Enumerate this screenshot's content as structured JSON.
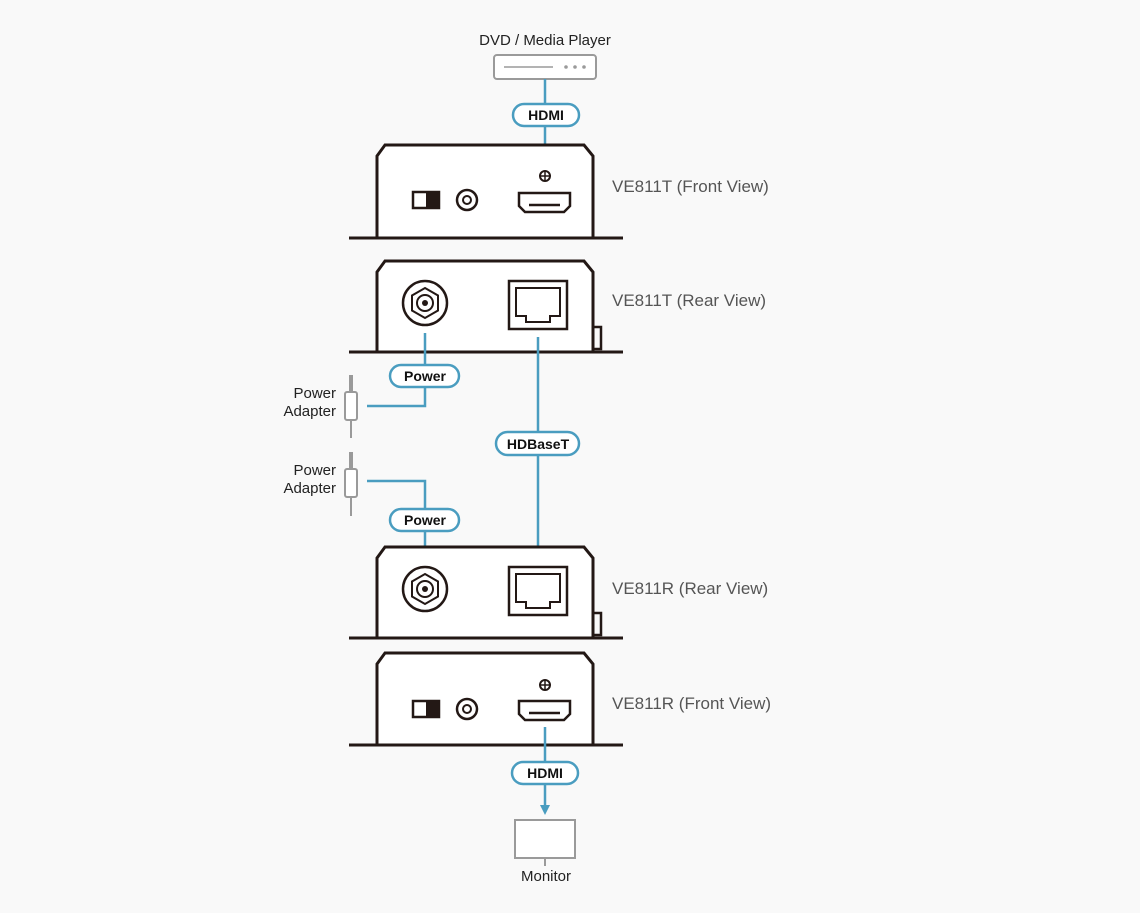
{
  "colors": {
    "background": "#f9f9f9",
    "device_outline": "#231815",
    "cable_blue": "#4a9dc0",
    "gray_device": "#9a9a9a"
  },
  "devices": {
    "source": {
      "label": "DVD / Media Player"
    },
    "tx_front": {
      "label": "VE811T (Front View)"
    },
    "tx_rear": {
      "label": "VE811T (Rear View)"
    },
    "rx_rear": {
      "label": "VE811R (Rear View)"
    },
    "rx_front": {
      "label": "VE811R (Front View)"
    },
    "display": {
      "label": "Monitor"
    }
  },
  "power_adapters": [
    {
      "label_line1": "Power",
      "label_line2": "Adapter"
    },
    {
      "label_line1": "Power",
      "label_line2": "Adapter"
    }
  ],
  "connections": {
    "hdmi_in": "HDMI",
    "power_tx": "Power",
    "hdbaset": "HDBaseT",
    "power_rx": "Power",
    "hdmi_out": "HDMI"
  }
}
